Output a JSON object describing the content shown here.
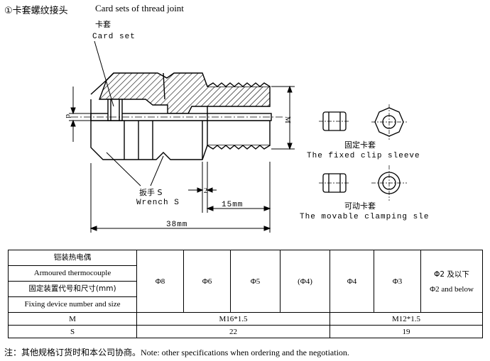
{
  "header": {
    "title_cn": "①卡套螺纹接头",
    "title_en": "Card sets of thread joint"
  },
  "drawing": {
    "card_set_cn": "卡套",
    "card_set_en": "Card set",
    "d_label": "d",
    "m_label": "M",
    "wrench_cn": "扳手 S",
    "wrench_en": "Wrench S",
    "dim_2": "2",
    "dim_15": "15mm",
    "dim_38": "38mm",
    "fixed_cn": "固定卡套",
    "fixed_en": "The fixed clip sleeve",
    "movable_cn": "可动卡套",
    "movable_en": "The movable clamping sle"
  },
  "table": {
    "header_cn1": "铠装热电偶",
    "header_en1": "Armoured thermocouple",
    "header_cn2": "固定装置代号和尺寸(mm)",
    "header_en2": "Fixing device number and size",
    "sizes": [
      "Φ8",
      "Φ6",
      "Φ5",
      "(Φ4)",
      "Φ4",
      "Φ3"
    ],
    "last_cn": "Φ2 及以下",
    "last_en": "Φ2 and below",
    "row_m_label": "M",
    "row_m_a": "M16*1.5",
    "row_m_b": "M12*1.5",
    "row_s_label": "S",
    "row_s_a": "22",
    "row_s_b": "19"
  },
  "note": {
    "cn": "注：其他规格订货时和本公司协商。",
    "en": "Note: other specifications when ordering and the negotiation."
  }
}
